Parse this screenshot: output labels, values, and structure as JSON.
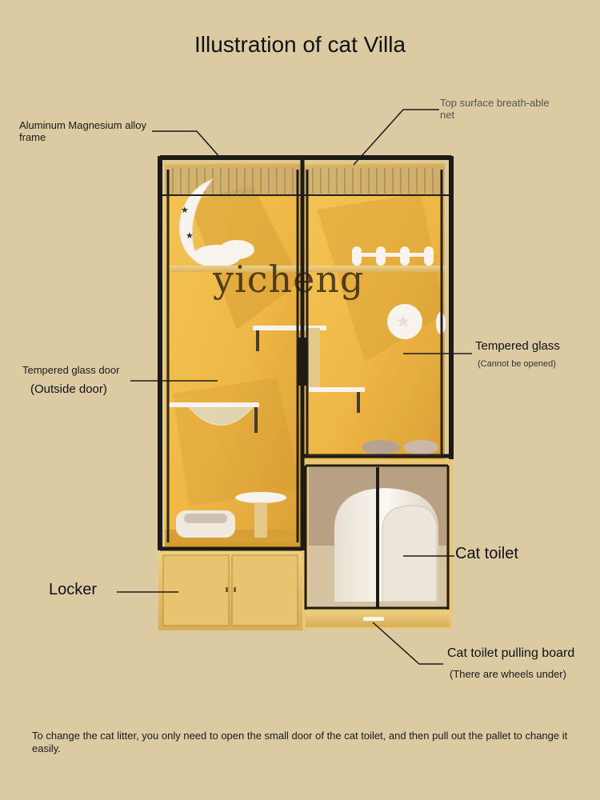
{
  "title": "Illustration of cat Villa",
  "watermark": "yicheng",
  "labels": {
    "frame": "Aluminum Magnesium alloy frame",
    "top_net": "Top surface breath-able net",
    "door_main": "Tempered glass door",
    "door_sub": "(Outside door)",
    "glass_main": "Tempered glass",
    "glass_sub": "(Cannot be opened)",
    "toilet": "Cat toilet",
    "locker": "Locker",
    "board_main": "Cat toilet pulling board",
    "board_sub": "(There are wheels under)"
  },
  "footnote": "To change the cat litter, you only need to open the small door of the cat toilet, and then pull out the pallet to change it easily.",
  "colors": {
    "background": "#dccaa3",
    "frame": "#1e1b17",
    "interior": "#f2b63a",
    "wood": "#e7c574",
    "litter_box": "#f4efe6"
  }
}
